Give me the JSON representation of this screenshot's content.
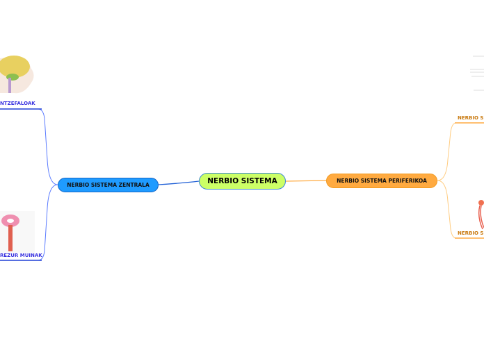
{
  "root": {
    "label": "NERBIO SISTEMA"
  },
  "central": {
    "label": "NERBIO SISTEMA ZENTRALA",
    "color": "#1f9bff",
    "children": [
      {
        "label": "NTZEFALOAK"
      },
      {
        "label": "REZUR MUINAK"
      }
    ]
  },
  "peripheral": {
    "label": "NERBIO SISTEMA PERIFERIKOA",
    "color": "#ffaa40",
    "children": [
      {
        "label": "NERBIO SI"
      },
      {
        "label": "NERBIO SI"
      }
    ]
  },
  "root_color": "#ccff66"
}
